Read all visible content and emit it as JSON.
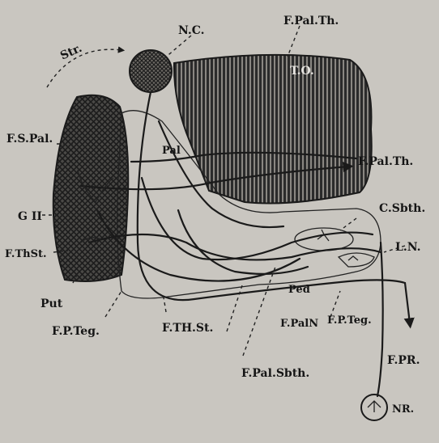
{
  "labels": {
    "str": "Str.",
    "nc": "N.C.",
    "fpalth_top": "F.Pal.Th.",
    "to": "T.O.",
    "fspal": "F.S.Pal.",
    "pal": "Pal",
    "fpalth_mid": "F.Pal.Th.",
    "gii": "G II",
    "csbth": "C.Sbth.",
    "fthst_left": "F.ThSt.",
    "ln": "L.N.",
    "ped": "Ped",
    "put": "Put",
    "fpaln": "F.PalN",
    "fpteg_right": "F.P.Teg.",
    "fthst_bottom": "F.TH.St.",
    "fpteg_left": "F.P.Teg.",
    "fpr": "F.PR.",
    "fpalsbth": "F.Pal.Sbth.",
    "nr": "NR."
  },
  "colors": {
    "background": "#c9c6c0",
    "ink": "#1a1a1a",
    "hatch_fill": "#3a3a3a"
  }
}
